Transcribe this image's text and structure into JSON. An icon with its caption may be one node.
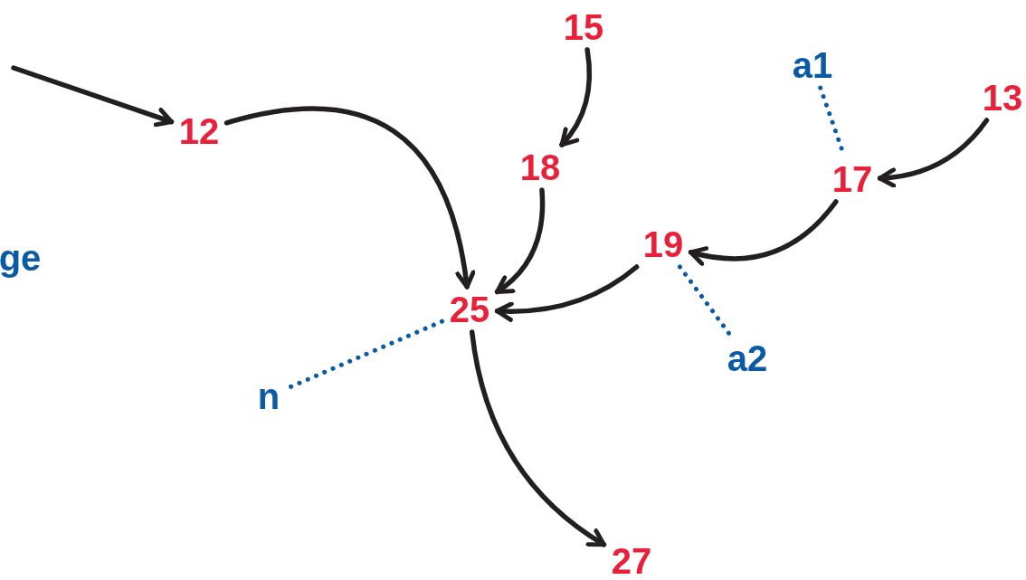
{
  "diagram": {
    "nodes": [
      {
        "text": [
          "15"
        ]
      },
      {
        "text": [
          "a1"
        ]
      },
      {
        "text": [
          "13"
        ]
      },
      {
        "text": [
          "12"
        ]
      },
      {
        "text": [
          "18"
        ]
      },
      {
        "text": [
          "17"
        ]
      },
      {
        "text": [
          "19"
        ]
      },
      {
        "text": [
          "25"
        ]
      },
      {
        "text": [
          "a2"
        ]
      },
      {
        "text": [
          "n"
        ]
      },
      {
        "text": [
          "27"
        ]
      }
    ],
    "edges": [
      {
        "from": null,
        "to": 3,
        "arrow": "to"
      },
      {
        "from": 3,
        "to": 7,
        "arrow": "to"
      },
      {
        "from": 0,
        "to": 4,
        "arrow": "to"
      },
      {
        "from": 4,
        "to": 7,
        "arrow": "to"
      },
      {
        "from": 2,
        "to": 5,
        "arrow": "to"
      },
      {
        "from": 5,
        "to": 6,
        "arrow": "to"
      },
      {
        "from": 6,
        "to": 7,
        "arrow": "to"
      },
      {
        "from": 7,
        "to": 10,
        "arrow": "to"
      },
      {
        "from": 1,
        "to": 5,
        "arrow": "none",
        "style": "dashed",
        "color": "#0b5aa6"
      },
      {
        "from": 6,
        "to": 8,
        "arrow": "none",
        "style": "dashed",
        "color": "#0b5aa6"
      },
      {
        "from": 7,
        "to": 9,
        "arrow": "none",
        "style": "dashed",
        "color": "#0b5aa6"
      }
    ],
    "labels": [
      "ge"
    ]
  }
}
